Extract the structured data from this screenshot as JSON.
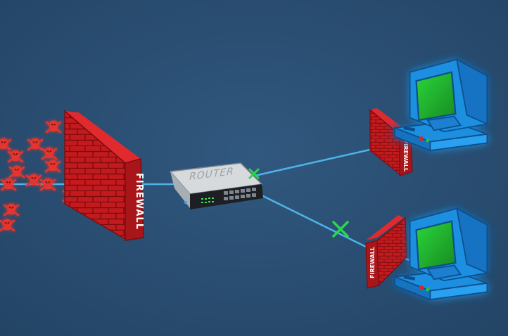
{
  "labels": {
    "main_firewall": "FIREWALL",
    "router": "ROUTER",
    "firewall_top": "FIREWALL",
    "firewall_bottom": "FIREWALL"
  },
  "icons": {
    "threat": "skull-icon",
    "blocked": "x-mark-icon",
    "computer": "desktop-computer-icon"
  },
  "colors": {
    "background": "#2b4e73",
    "firewall": "#c41a1e",
    "link": "#4fb3e8",
    "blocked_mark": "#2bd64f",
    "computer": "#1e8fe0",
    "screen": "#22b030",
    "threat": "#e4342e"
  }
}
